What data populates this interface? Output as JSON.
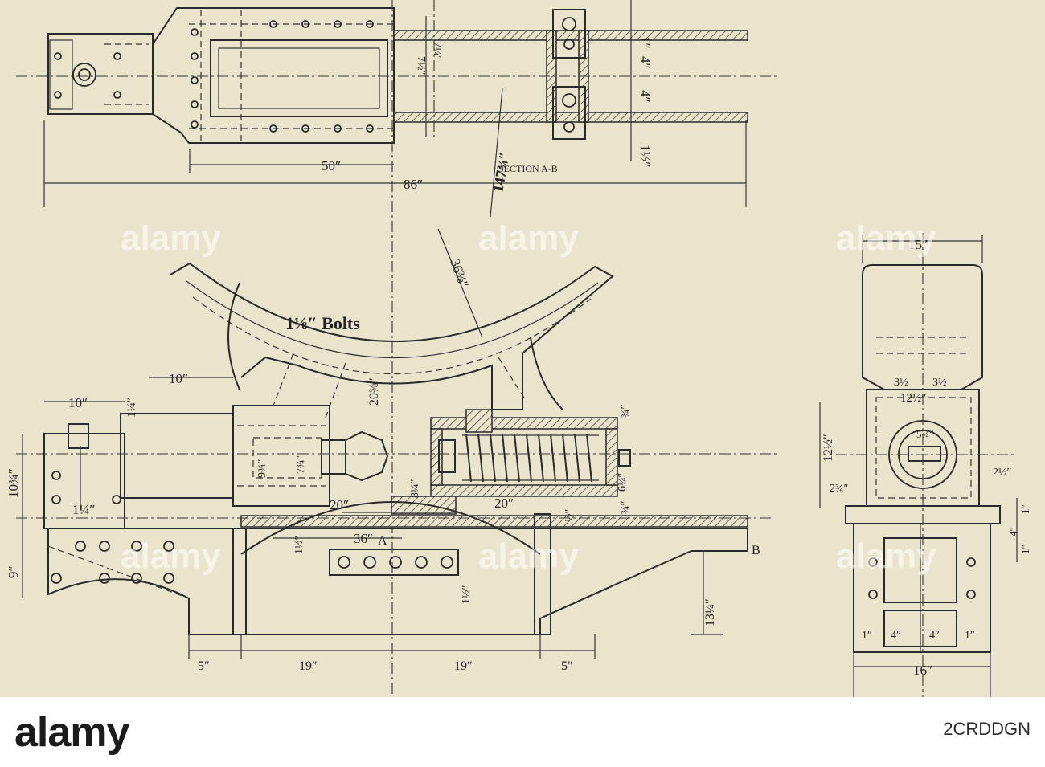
{
  "top_view": {
    "dims": {
      "d_50": "50″",
      "d_86": "86″",
      "d_147": "147¾″",
      "d_1": "1″",
      "d_4a": "4″",
      "d_4b": "4″",
      "d_1half": "1½″",
      "d_7quarter": "7¼″",
      "d_7half": "7½″"
    },
    "section_label": "SECTION A-B"
  },
  "side_view": {
    "bolts_label": "1⅛″ Bolts",
    "dims": {
      "d_36_3_8": "36⅜″",
      "d_10_top": "10″",
      "d_10_left": "10″",
      "d_10_3_4": "10¾″",
      "d_9": "9″",
      "d_1_1_4_a": "1¼″",
      "d_1_1_4_b": "1¼″",
      "d_20_3_8": "20⅜″",
      "d_9_3_4": "9¾″",
      "d_7_3_4": "7¾″",
      "d_8_1_4": "8¼″",
      "d_20_a": "20″",
      "d_20_b": "20″",
      "d_36": "36″",
      "d_6_1_4": "6¼″",
      "d_3_4_a": "¾″",
      "d_3_4_b": "¾″",
      "d_1_2": "½″",
      "d_1_1_2_a": "1½″",
      "d_1_1_2_b": "1½″",
      "d_13_1_4": "13¼″",
      "d_5_left": "5″",
      "d_19_left": "19″",
      "d_19_right": "19″",
      "d_5_right": "5″",
      "label_a": "A",
      "label_b": "B"
    }
  },
  "end_view": {
    "dims": {
      "d_15": "15″",
      "d_3_1_2_a": "3½",
      "d_3_1_2_b": "3½",
      "d_12_1_2": "12½″",
      "d_12_1_2_v": "12½″",
      "d_5_3_4": "5¾″",
      "d_2_3_4": "2¾″",
      "d_2_1_2": "2½″",
      "d_1_r1": "1″",
      "d_4_r": "4″",
      "d_1_r2": "1″",
      "d_1_l": "1″",
      "d_4_b1": "4″",
      "d_4_b2": "4″",
      "d_1_b": "1″",
      "d_16": "16″"
    }
  },
  "watermarks": [
    "alamy",
    "alamy",
    "alamy",
    "alamy",
    "alamy",
    "alamy"
  ],
  "footer": {
    "logo": "alamy",
    "image_ref": "2CRDDGN"
  }
}
